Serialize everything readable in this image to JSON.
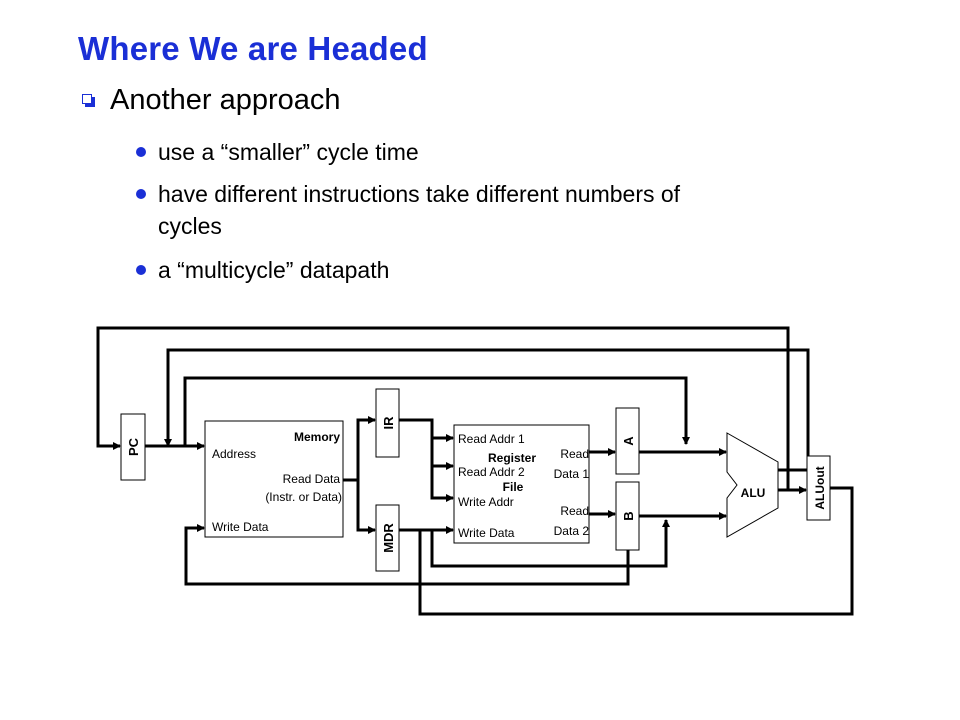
{
  "title": "Where We are Headed",
  "main_bullet": "Another approach",
  "sub_bullets": [
    "use a “smaller” cycle time",
    "have different instructions take different numbers of cycles",
    "a “multicycle” datapath"
  ],
  "sub_bullet_2_lines": [
    "have different instructions take different numbers of",
    "cycles"
  ],
  "diagram": {
    "pc": "PC",
    "memory": {
      "title": "Memory",
      "address": "Address",
      "read_data": "Read Data",
      "read_data_sub": "(Instr. or Data)",
      "write_data": "Write Data"
    },
    "ir": "IR",
    "mdr": "MDR",
    "register_file": {
      "read_addr1": "Read Addr 1",
      "read_addr2": "Read Addr 2",
      "title1": "Register",
      "title2": "File",
      "write_addr": "Write Addr",
      "write_data": "Write Data",
      "read_data1a": "Read",
      "read_data1b": "Data 1",
      "read_data2a": "Read",
      "read_data2b": "Data 2"
    },
    "a": "A",
    "b": "B",
    "alu": "ALU",
    "aluout": "ALUout"
  },
  "colors": {
    "title": "#1a2fd6",
    "bullet": "#1a2fd6"
  }
}
